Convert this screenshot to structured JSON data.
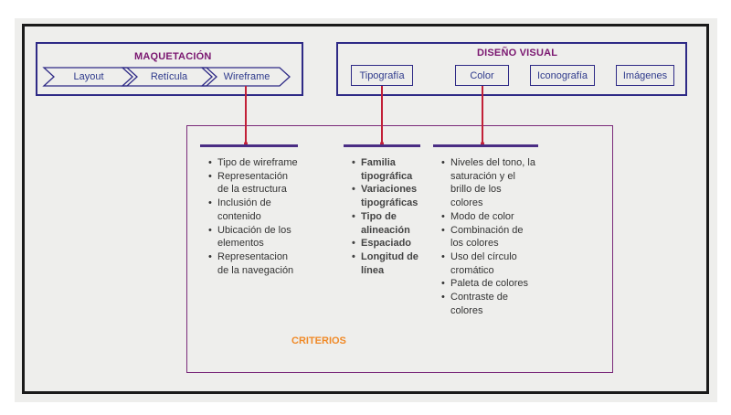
{
  "maquetacion": {
    "title": "MAQUETACIÓN",
    "steps": [
      "Layout",
      "Retícula",
      "Wireframe"
    ]
  },
  "diseno_visual": {
    "title": "DISEÑO VISUAL",
    "items": [
      "Tipografía",
      "Color",
      "Iconografía",
      "Imágenes"
    ]
  },
  "wireframe_criteria": [
    "Tipo de wireframe",
    "Representación de la estructura",
    "Inclusión de contenido",
    "Ubicación de los elementos",
    "Representacion de la navegación"
  ],
  "tipografia_criteria": [
    "Familia tipográfica",
    "Variaciones tipográficas",
    "Tipo de alineación",
    "Espaciado",
    "Longitud de línea"
  ],
  "color_criteria": [
    "Niveles del tono, la saturación y el brillo de los colores",
    "Modo de color",
    "Combinación de los colores",
    "Uso del círculo cromático",
    "Paleta de colores",
    "Contraste de colores"
  ],
  "criterios_label": "CRITERIOS",
  "colors": {
    "primary_border": "#2e2a86",
    "title_text": "#7a1670",
    "connector": "#c22038",
    "criteria_label": "#f08a28"
  }
}
